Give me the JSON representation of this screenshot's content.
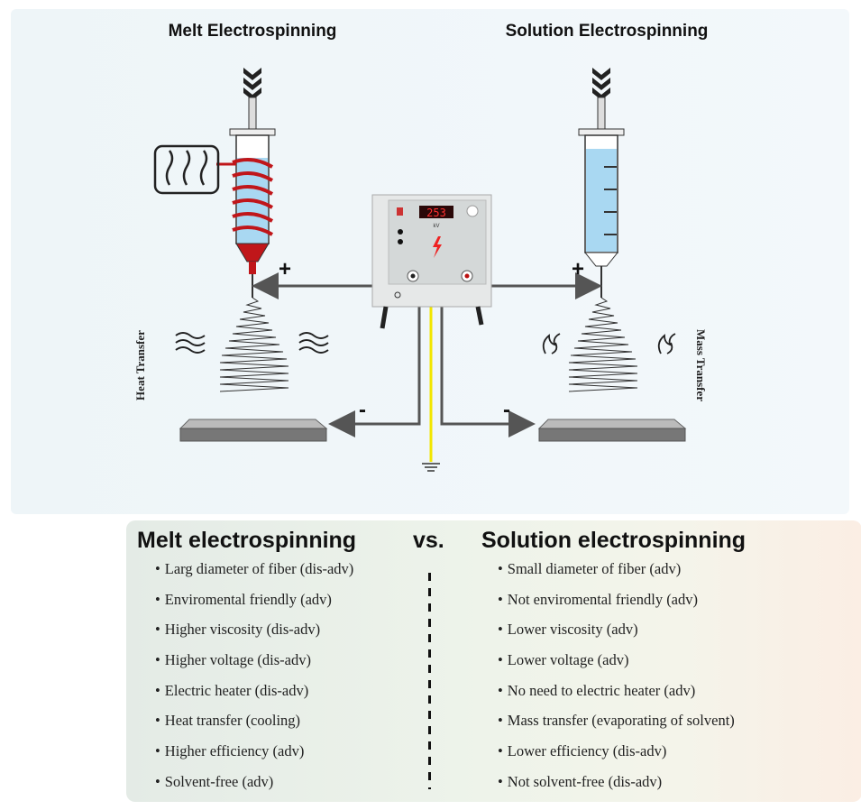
{
  "diagram": {
    "left_title": "Melt Electrospinning",
    "right_title": "Solution Electrospinning",
    "left_side_label": "Heat Transfer",
    "right_side_label": "Mass Transfer",
    "positive_sign": "+",
    "negative_sign": "-",
    "power_supply_display": "253",
    "power_supply_unit": "kV",
    "colors": {
      "melt_coil": "#c0161a",
      "solution_fluid": "#a9d8f2",
      "ground_wire": "#f2e600",
      "wire": "#555555"
    }
  },
  "comparison": {
    "melt_heading": "Melt electrospinning",
    "vs": "vs.",
    "solution_heading": "Solution electrospinning",
    "melt_items": [
      "Larg diameter of fiber (dis-adv)",
      "Enviromental friendly (adv)",
      "Higher viscosity (dis-adv)",
      "Higher voltage (dis-adv)",
      "Electric heater (dis-adv)",
      "Heat transfer (cooling)",
      "Higher efficiency (adv)",
      "Solvent-free (adv)"
    ],
    "solution_items": [
      "Small diameter of fiber (adv)",
      "Not enviromental friendly (adv)",
      "Lower viscosity (adv)",
      "Lower voltage (adv)",
      "No need to electric heater (adv)",
      "Mass transfer (evaporating of solvent)",
      "Lower efficiency (dis-adv)",
      "Not solvent-free (dis-adv)"
    ]
  }
}
